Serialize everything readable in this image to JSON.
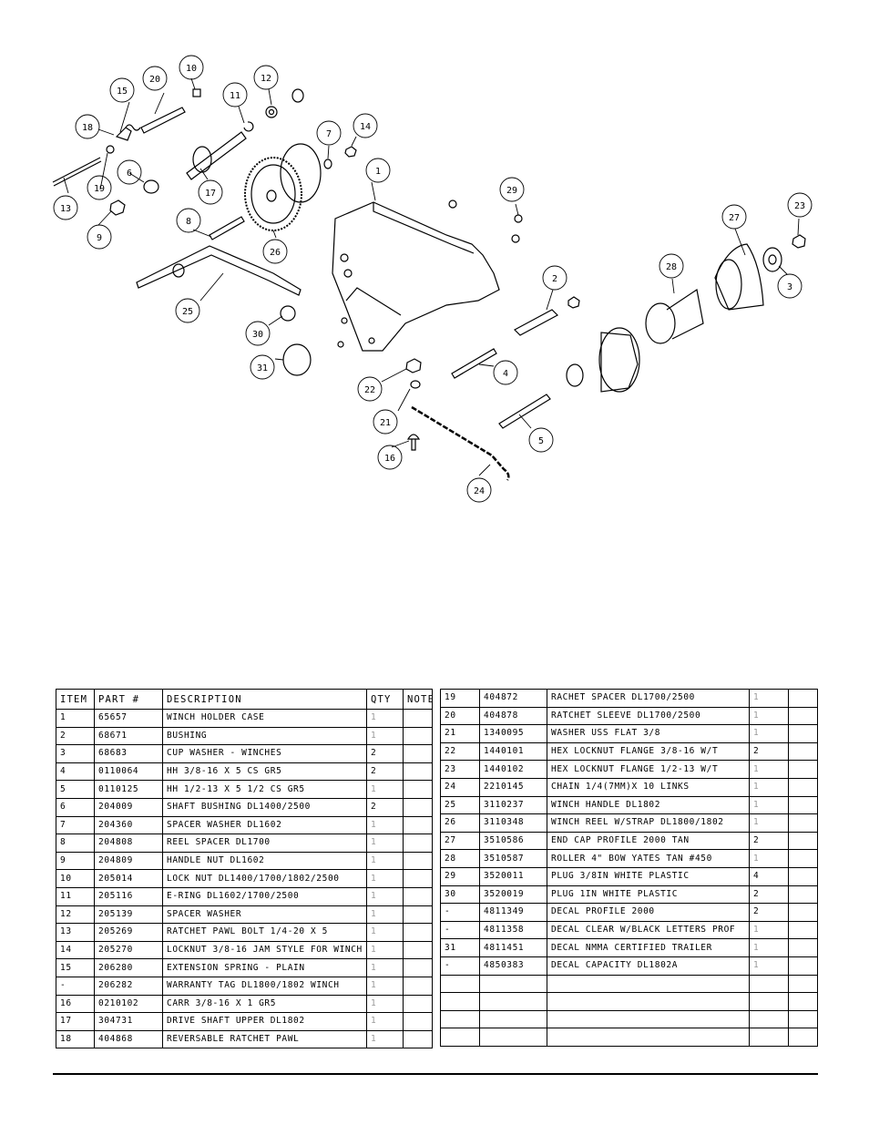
{
  "diagram": {
    "callouts": [
      "1",
      "2",
      "3",
      "4",
      "5",
      "6",
      "7",
      "8",
      "9",
      "10",
      "11",
      "12",
      "13",
      "14",
      "15",
      "16",
      "17",
      "18",
      "19",
      "20",
      "21",
      "22",
      "23",
      "24",
      "25",
      "26",
      "27",
      "28",
      "29",
      "30",
      "31"
    ]
  },
  "table_left": {
    "headers": [
      "ITEM",
      "PART #",
      "DESCRIPTION",
      "QTY",
      "NOTE"
    ],
    "rows": [
      {
        "item": "1",
        "part": "65657",
        "desc": "WINCH HOLDER CASE",
        "qty": "1"
      },
      {
        "item": "2",
        "part": "68671",
        "desc": "BUSHING",
        "qty": "1"
      },
      {
        "item": "3",
        "part": "68683",
        "desc": "CUP WASHER - WINCHES",
        "qty": "2"
      },
      {
        "item": "4",
        "part": "0110064",
        "desc": "HH 3/8-16 X 5 CS GR5",
        "qty": "2"
      },
      {
        "item": "5",
        "part": "0110125",
        "desc": "HH 1/2-13 X 5 1/2 CS GR5",
        "qty": "1"
      },
      {
        "item": "6",
        "part": "204009",
        "desc": "SHAFT BUSHING  DL1400/2500",
        "qty": "2"
      },
      {
        "item": "7",
        "part": "204360",
        "desc": "SPACER WASHER  DL1602",
        "qty": "1"
      },
      {
        "item": "8",
        "part": "204808",
        "desc": "REEL SPACER  DL1700",
        "qty": "1"
      },
      {
        "item": "9",
        "part": "204809",
        "desc": "HANDLE NUT  DL1602",
        "qty": "1"
      },
      {
        "item": "10",
        "part": "205014",
        "desc": "LOCK NUT  DL1400/1700/1802/2500",
        "qty": "1"
      },
      {
        "item": "11",
        "part": "205116",
        "desc": "E-RING DL1602/1700/2500",
        "qty": "1"
      },
      {
        "item": "12",
        "part": "205139",
        "desc": "SPACER WASHER",
        "qty": "1"
      },
      {
        "item": "13",
        "part": "205269",
        "desc": "RATCHET PAWL BOLT 1/4-20 X 5",
        "qty": "1"
      },
      {
        "item": "14",
        "part": "205270",
        "desc": "LOCKNUT 3/8-16 JAM STYLE FOR WINCH",
        "qty": "1"
      },
      {
        "item": "15",
        "part": "206280",
        "desc": "EXTENSION SPRING - PLAIN",
        "qty": "1"
      },
      {
        "item": "-",
        "part": "206282",
        "desc": "WARRANTY TAG DL1800/1802 WINCH",
        "qty": "1"
      },
      {
        "item": "16",
        "part": "0210102",
        "desc": "CARR 3/8-16 X 1 GR5",
        "qty": "1"
      },
      {
        "item": "17",
        "part": "304731",
        "desc": "DRIVE SHAFT UPPER  DL1802",
        "qty": "1"
      },
      {
        "item": "18",
        "part": "404868",
        "desc": "REVERSABLE RATCHET PAWL",
        "qty": "1"
      }
    ]
  },
  "table_right": {
    "rows": [
      {
        "item": "19",
        "part": "404872",
        "desc": "RACHET SPACER  DL1700/2500",
        "qty": "1"
      },
      {
        "item": "20",
        "part": "404878",
        "desc": "RATCHET SLEEVE  DL1700/2500",
        "qty": "1"
      },
      {
        "item": "21",
        "part": "1340095",
        "desc": "WASHER USS FLAT 3/8",
        "qty": "1"
      },
      {
        "item": "22",
        "part": "1440101",
        "desc": "HEX LOCKNUT FLANGE 3/8-16 W/T",
        "qty": "2"
      },
      {
        "item": "23",
        "part": "1440102",
        "desc": "HEX LOCKNUT FLANGE 1/2-13 W/T",
        "qty": "1"
      },
      {
        "item": "24",
        "part": "2210145",
        "desc": "CHAIN 1/4(7MM)X 10 LINKS",
        "qty": "1"
      },
      {
        "item": "25",
        "part": "3110237",
        "desc": "WINCH HANDLE  DL1802",
        "qty": "1"
      },
      {
        "item": "26",
        "part": "3110348",
        "desc": "WINCH REEL W/STRAP  DL1800/1802",
        "qty": "1"
      },
      {
        "item": "27",
        "part": "3510586",
        "desc": "END CAP PROFILE 2000 TAN",
        "qty": "2"
      },
      {
        "item": "28",
        "part": "3510587",
        "desc": "ROLLER 4\" BOW YATES TAN #450",
        "qty": "1"
      },
      {
        "item": "29",
        "part": "3520011",
        "desc": "PLUG  3/8IN WHITE PLASTIC",
        "qty": "4"
      },
      {
        "item": "30",
        "part": "3520019",
        "desc": "PLUG  1IN WHITE PLASTIC",
        "qty": "2"
      },
      {
        "item": "-",
        "part": "4811349",
        "desc": "DECAL PROFILE 2000",
        "qty": "2"
      },
      {
        "item": "-",
        "part": "4811358",
        "desc": "DECAL CLEAR W/BLACK LETTERS PROF",
        "qty": "1"
      },
      {
        "item": "31",
        "part": "4811451",
        "desc": " DECAL NMMA CERTIFIED TRAILER",
        "qty": "1"
      },
      {
        "item": "-",
        "part": "4850383",
        "desc": "DECAL CAPACITY DL1802A",
        "qty": "1"
      },
      {
        "item": "",
        "part": "",
        "desc": "",
        "qty": ""
      },
      {
        "item": "",
        "part": "",
        "desc": "",
        "qty": ""
      },
      {
        "item": "",
        "part": "",
        "desc": "",
        "qty": ""
      },
      {
        "item": "",
        "part": "",
        "desc": "",
        "qty": ""
      }
    ]
  }
}
